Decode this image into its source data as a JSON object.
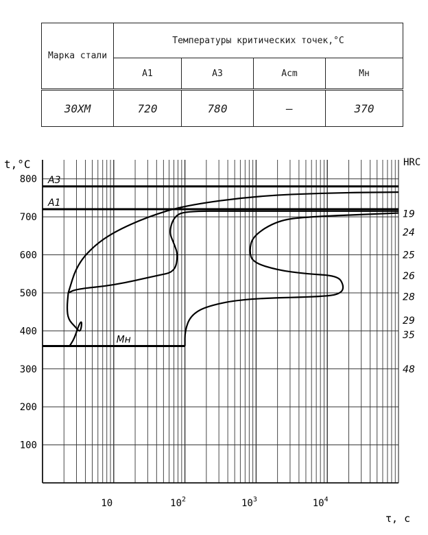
{
  "table": {
    "grade_header": "Марка стали",
    "temps_header": "Температуры критических точек,°С",
    "columns": [
      "A1",
      "A3",
      "Acm",
      "Mн"
    ],
    "grade": "30ХМ",
    "values": [
      "720",
      "780",
      "—",
      "370"
    ]
  },
  "chart_data": {
    "type": "line",
    "ylabel": "t,°С",
    "xlabel": "τ, с",
    "right_label": "HRC",
    "x_scale": "log",
    "xlim": [
      1,
      100000
    ],
    "ylim": [
      0,
      850
    ],
    "grid": true,
    "y_ticks": [
      "100",
      "200",
      "300",
      "400",
      "500",
      "600",
      "700",
      "800"
    ],
    "x_ticks": [
      {
        "base": "10",
        "exp": "",
        "x": 10
      },
      {
        "base": "10",
        "exp": "2",
        "x": 100
      },
      {
        "base": "10",
        "exp": "3",
        "x": 1000
      },
      {
        "base": "10",
        "exp": "4",
        "x": 10000
      }
    ],
    "hlines": [
      {
        "label": "A3",
        "y": 780
      },
      {
        "label": "A1",
        "y": 720
      },
      {
        "label": "Mн",
        "y": 360,
        "x_end": 100
      }
    ],
    "curves": [
      {
        "points": [
          [
            2.3,
            500
          ],
          [
            3,
            570
          ],
          [
            5,
            620
          ],
          [
            10,
            660
          ],
          [
            30,
            700
          ],
          [
            100,
            730
          ],
          [
            1000,
            755
          ],
          [
            10000,
            763
          ],
          [
            100000,
            765
          ]
        ]
      },
      {
        "points": [
          [
            2.3,
            500
          ],
          [
            2.2,
            460
          ],
          [
            2.3,
            430
          ],
          [
            2.9,
            410
          ],
          [
            3.4,
            395
          ],
          [
            3.6,
            425
          ],
          [
            3.3,
            420
          ],
          [
            2.8,
            380
          ],
          [
            2.4,
            360
          ]
        ]
      },
      {
        "points": [
          [
            2.3,
            500
          ],
          [
            3,
            510
          ],
          [
            10,
            520
          ],
          [
            40,
            545
          ],
          [
            72,
            555
          ],
          [
            80,
            600
          ],
          [
            70,
            630
          ],
          [
            60,
            660
          ],
          [
            70,
            700
          ],
          [
            100,
            715
          ],
          [
            500,
            715
          ],
          [
            100000,
            715
          ]
        ]
      },
      {
        "points": [
          [
            100,
            360
          ],
          [
            100,
            400
          ],
          [
            120,
            440
          ],
          [
            200,
            465
          ],
          [
            700,
            485
          ],
          [
            10000,
            490
          ],
          [
            16000,
            500
          ],
          [
            17000,
            520
          ],
          [
            14000,
            545
          ],
          [
            5000,
            550
          ],
          [
            2000,
            560
          ],
          [
            900,
            580
          ],
          [
            800,
            610
          ],
          [
            900,
            650
          ],
          [
            2000,
            690
          ],
          [
            5000,
            700
          ],
          [
            100000,
            710
          ]
        ]
      }
    ],
    "hrc_labels": [
      {
        "text": "19",
        "y": 708
      },
      {
        "text": "24",
        "y": 660
      },
      {
        "text": "25",
        "y": 600
      },
      {
        "text": "26",
        "y": 545
      },
      {
        "text": "28",
        "y": 490
      },
      {
        "text": "29",
        "y": 428
      },
      {
        "text": "35",
        "y": 390
      },
      {
        "text": "48",
        "y": 300
      }
    ]
  }
}
